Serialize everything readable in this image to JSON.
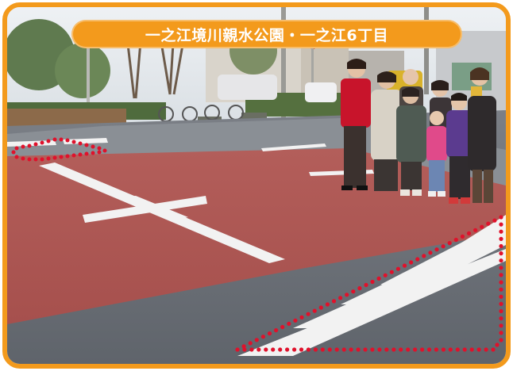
{
  "caption": {
    "text": "一之江境川親水公園・一之江6丁目"
  },
  "colors": {
    "frame": "#f39a1c",
    "highlight_dots": "#e0112b",
    "red_pavement": "#b85a55"
  },
  "highlights": [
    {
      "name": "left-crosswalk-highlight"
    },
    {
      "name": "right-crosswalk-highlight"
    }
  ]
}
